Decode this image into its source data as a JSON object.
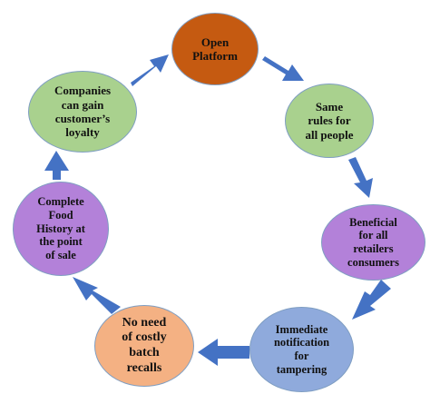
{
  "nodes": [
    {
      "id": "open-platform",
      "text": "Open\nPlatform",
      "color": "#c55a11"
    },
    {
      "id": "same-rules",
      "text": "Same\nrules for\nall people",
      "color": "#a9d18e"
    },
    {
      "id": "beneficial",
      "text": "Beneficial\nfor all\nretailers\nconsumers",
      "color": "#b381d9"
    },
    {
      "id": "immediate-notification",
      "text": "Immediate\nnotification\nfor\ntampering",
      "color": "#8faadc"
    },
    {
      "id": "no-batch-recalls",
      "text": "No need\nof costly\nbatch\nrecalls",
      "color": "#f4b183"
    },
    {
      "id": "complete-food-history",
      "text": "Complete\nFood\nHistory at\nthe point\nof sale",
      "color": "#b381d9"
    },
    {
      "id": "customer-loyalty",
      "text": "Companies\ncan gain\ncustomer’s\nloyalty",
      "color": "#a9d18e"
    }
  ],
  "arrow_color": "#4472c4"
}
